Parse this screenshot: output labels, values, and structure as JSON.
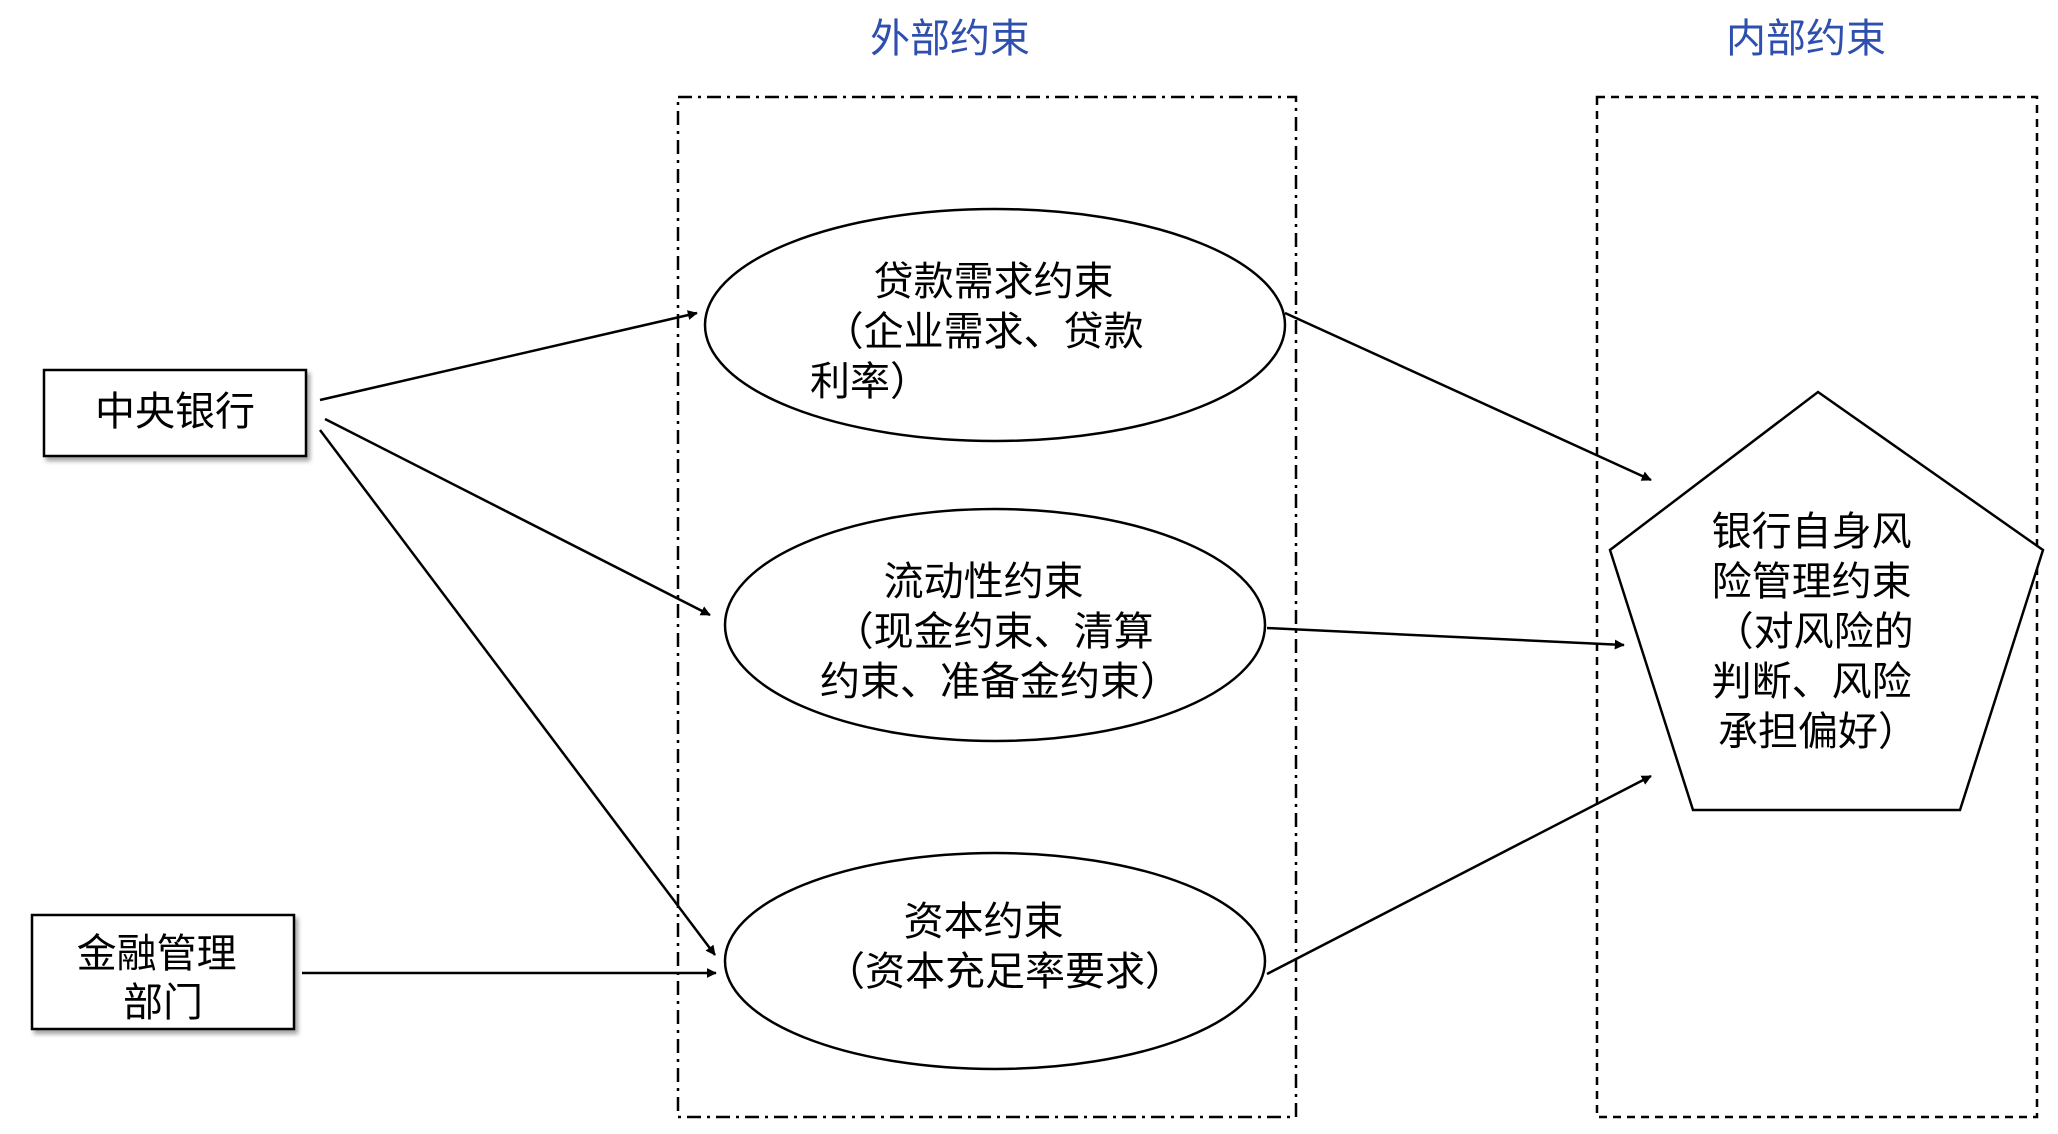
{
  "headers": {
    "external": "外部约束",
    "internal": "内部约束"
  },
  "sources": {
    "central_bank": "中央银行",
    "financial_regulator": [
      "金融管理",
      "部门"
    ]
  },
  "constraints": {
    "loan": [
      "贷款需求约束",
      "（企业需求、贷款",
      "利率）"
    ],
    "liquidity": [
      "流动性约束",
      "（现金约束、清算",
      "约束、准备金约束）"
    ],
    "capital": [
      "资本约束",
      "（资本充足率要求）"
    ]
  },
  "internal": {
    "risk": [
      "银行自身风",
      "险管理约束",
      "（对风险的",
      "判断、风险",
      "承担偏好）"
    ]
  },
  "colors": {
    "header": "#2E4FAE",
    "stroke": "#000000"
  }
}
